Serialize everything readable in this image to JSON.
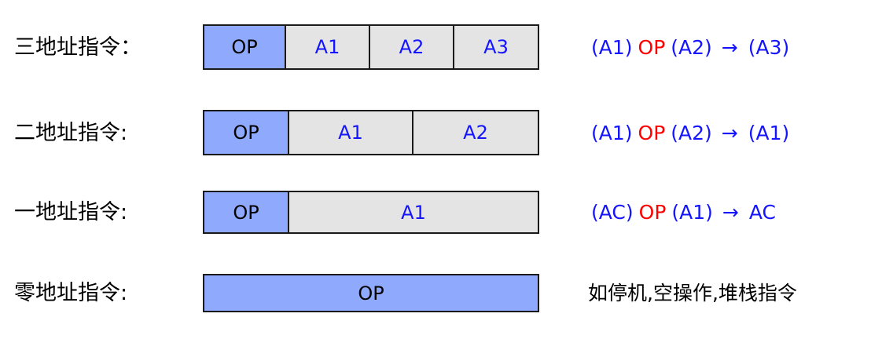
{
  "diagram": {
    "title": "instruction-address-formats",
    "colors": {
      "opcode_fill": "#8faafc",
      "address_fill": "#e4e4e4",
      "border": "#1a1a1a",
      "operand_text": "#1414ff",
      "op_text_red": "#ff0000",
      "label_text": "#000000"
    },
    "rows": [
      {
        "label": "三地址指令：",
        "fields": [
          {
            "text": "OP",
            "kind": "opcode",
            "flex": 104
          },
          {
            "text": "A1",
            "kind": "address",
            "flex": 107
          },
          {
            "text": "A2",
            "kind": "address",
            "flex": 107
          },
          {
            "text": "A3",
            "kind": "address",
            "flex": 106
          }
        ],
        "semantics": [
          {
            "text": "(A1)",
            "kind": "operand"
          },
          {
            "text": "OP",
            "kind": "op"
          },
          {
            "text": "(A2)",
            "kind": "operand"
          },
          {
            "text": "→",
            "kind": "arrow"
          },
          {
            "text": "(A3)",
            "kind": "operand"
          }
        ]
      },
      {
        "label": "二地址指令:",
        "fields": [
          {
            "text": "OP",
            "kind": "opcode",
            "flex": 108
          },
          {
            "text": "A1",
            "kind": "address",
            "flex": 158
          },
          {
            "text": "A2",
            "kind": "address",
            "flex": 158
          }
        ],
        "semantics": [
          {
            "text": "(A1)",
            "kind": "operand"
          },
          {
            "text": "OP",
            "kind": "op"
          },
          {
            "text": "(A2)",
            "kind": "operand"
          },
          {
            "text": "→",
            "kind": "arrow"
          },
          {
            "text": "(A1)",
            "kind": "operand"
          }
        ]
      },
      {
        "label": "一地址指令:",
        "fields": [
          {
            "text": "OP",
            "kind": "opcode",
            "flex": 108
          },
          {
            "text": "A1",
            "kind": "address",
            "flex": 316
          }
        ],
        "semantics": [
          {
            "text": "(AC)",
            "kind": "operand"
          },
          {
            "text": "OP",
            "kind": "op"
          },
          {
            "text": "(A1)",
            "kind": "operand"
          },
          {
            "text": "→",
            "kind": "arrow"
          },
          {
            "text": "AC",
            "kind": "operand"
          }
        ]
      },
      {
        "label": "零地址指令:",
        "fields": [
          {
            "text": "OP",
            "kind": "opcode",
            "flex": 424
          }
        ],
        "semantics_cn": "如停机,空操作,堆栈指令"
      }
    ]
  }
}
